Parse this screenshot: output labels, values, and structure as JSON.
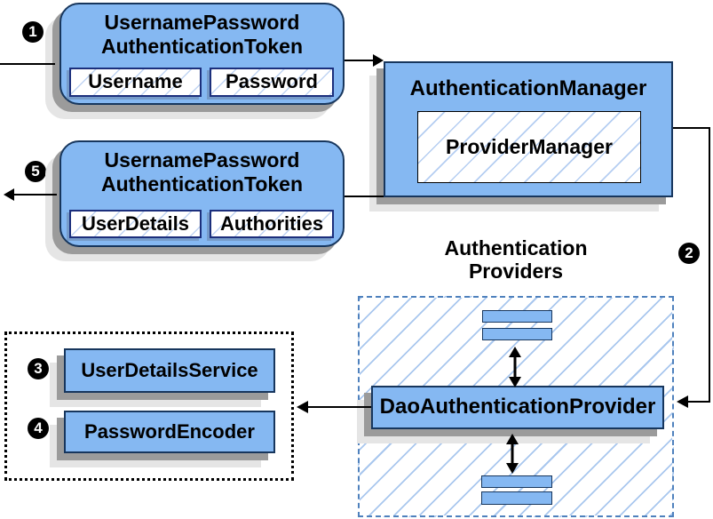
{
  "badges": {
    "step1": "1",
    "step2": "2",
    "step3": "3",
    "step4": "4",
    "step5": "5"
  },
  "request_token": {
    "title_line1": "UsernamePassword",
    "title_line2": "AuthenticationToken",
    "field1": "Username",
    "field2": "Password"
  },
  "response_token": {
    "title_line1": "UsernamePassword",
    "title_line2": "AuthenticationToken",
    "field1": "UserDetails",
    "field2": "Authorities"
  },
  "auth_manager": {
    "title": "AuthenticationManager",
    "inner": "ProviderManager"
  },
  "providers_group": {
    "label_line1": "Authentication",
    "label_line2": "Providers",
    "dao": "DaoAuthenticationProvider"
  },
  "services": {
    "user_details": "UserDetailsService",
    "password_encoder": "PasswordEncoder"
  },
  "colors": {
    "box_fill": "#85b8f2",
    "box_border": "#17365d",
    "hatch_blue": "#a9c7ee",
    "dashed_border": "#4f81bd",
    "shadow_dark": "#9b9b9b",
    "shadow_light": "#e5e5e5",
    "arrow": "#000000",
    "badge_bg": "#000000",
    "badge_text": "#ffffff"
  }
}
